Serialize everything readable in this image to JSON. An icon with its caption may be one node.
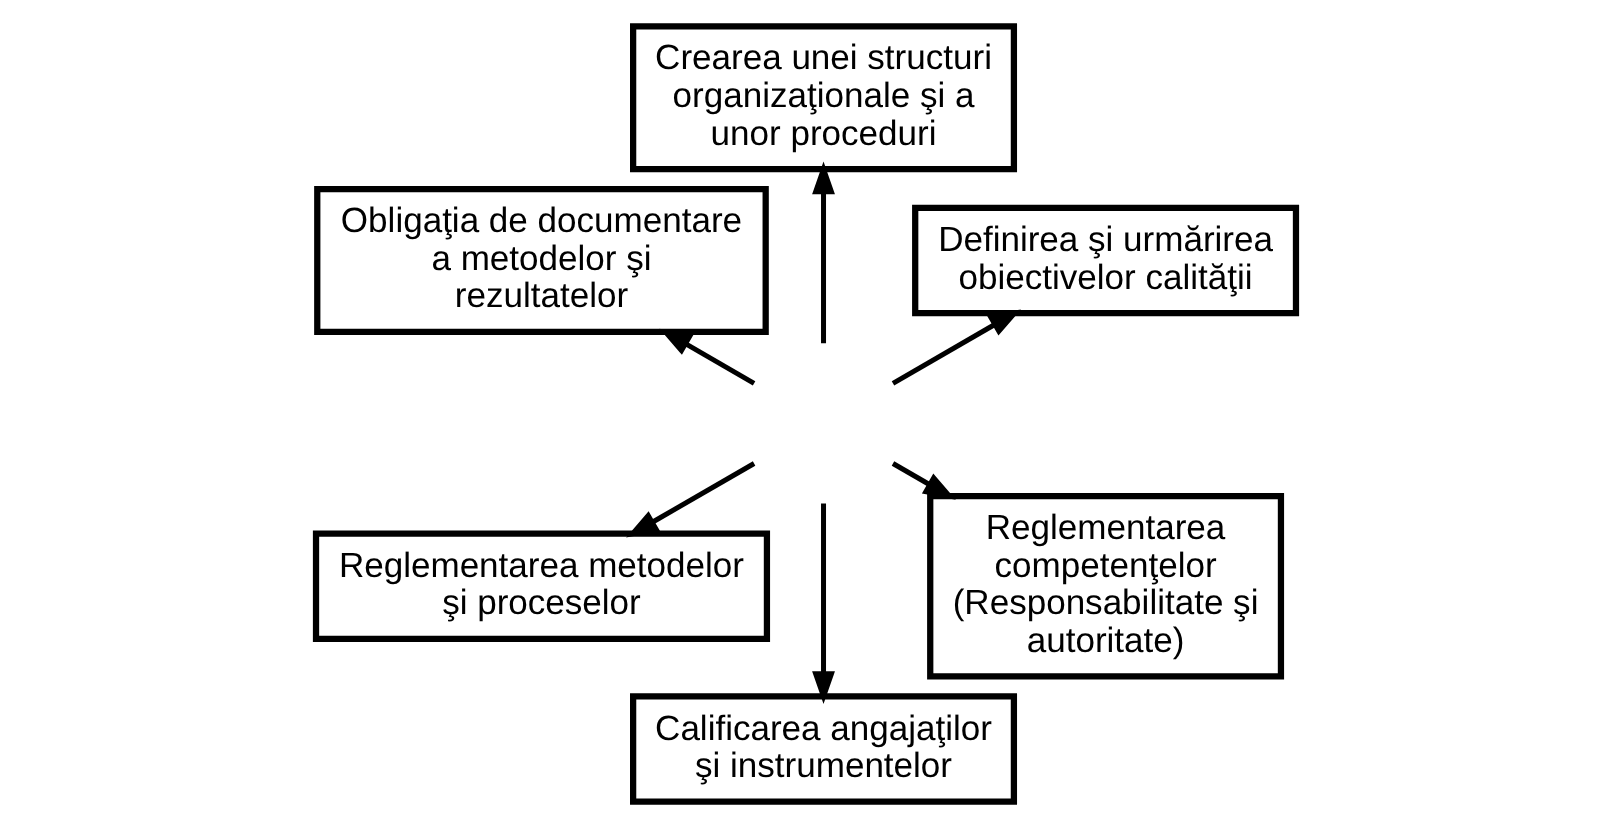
{
  "diagram": {
    "nodes": [
      {
        "text": [
          "Definirea şi urmărirea obiectivelor calităţii"
        ]
      },
      {
        "text": [
          "Reglementarea competenţelor (Responsabilitate şi autoritate)"
        ]
      },
      {
        "text": [
          "Crearea unei structuri organizaţionale şi a unor proceduri"
        ]
      },
      {
        "text": [
          "Calificarea angajaţilor şi instrumentelor"
        ]
      },
      {
        "text": [
          "Obligaţia de documentare a metodelor şi rezultatelor"
        ]
      },
      {
        "text": [
          "Reglementarea metodelor şi proceselor"
        ]
      }
    ],
    "edges": [
      {
        "from": null,
        "to": 0,
        "arrow": "to"
      },
      {
        "from": null,
        "to": 1,
        "arrow": "to"
      },
      {
        "from": null,
        "to": 2,
        "arrow": "to"
      },
      {
        "from": null,
        "to": 3,
        "arrow": "to"
      },
      {
        "from": null,
        "to": 4,
        "arrow": "to"
      },
      {
        "from": null,
        "to": 5,
        "arrow": "to"
      }
    ]
  }
}
